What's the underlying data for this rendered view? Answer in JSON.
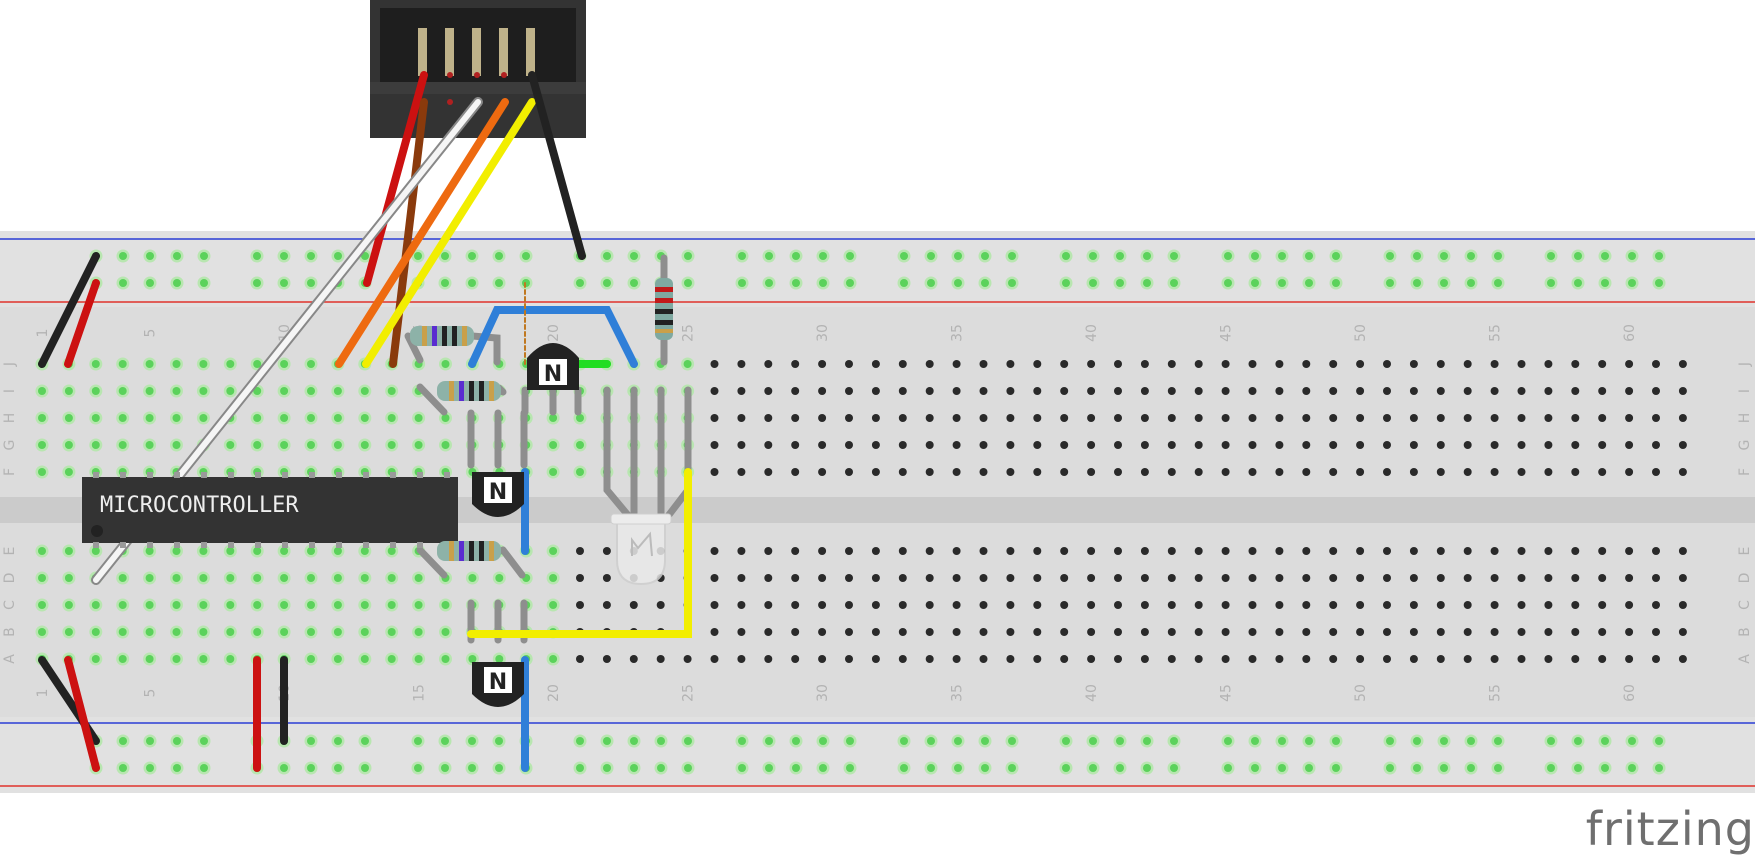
{
  "microcontroller": {
    "label": "MICROCONTROLLER"
  },
  "transistor_marking": "N",
  "logo": {
    "text": "fritzing"
  },
  "column_numbers": [
    "1",
    "5",
    "10",
    "15",
    "20",
    "25",
    "30",
    "35",
    "40",
    "45",
    "50",
    "55",
    "60"
  ],
  "row_letters_top": [
    "J",
    "I",
    "H",
    "G",
    "F"
  ],
  "row_letters_bottom": [
    "E",
    "D",
    "C",
    "B",
    "A"
  ],
  "colors": {
    "board": "#dcdcdc",
    "rail_blue": "#2b3ed6",
    "rail_red": "#e0322c",
    "hole": "#2a2a2a",
    "hole_used": "#5bd25b",
    "wire_red": "#cc1111",
    "wire_black": "#222222",
    "wire_white": "#f5f5f5",
    "wire_orange": "#ee6a10",
    "wire_yellow": "#f2ee00",
    "wire_brown": "#8a3a0c",
    "wire_blue": "#2f7fd8",
    "wire_green": "#22dd22",
    "leg": "#8e8e8e"
  }
}
